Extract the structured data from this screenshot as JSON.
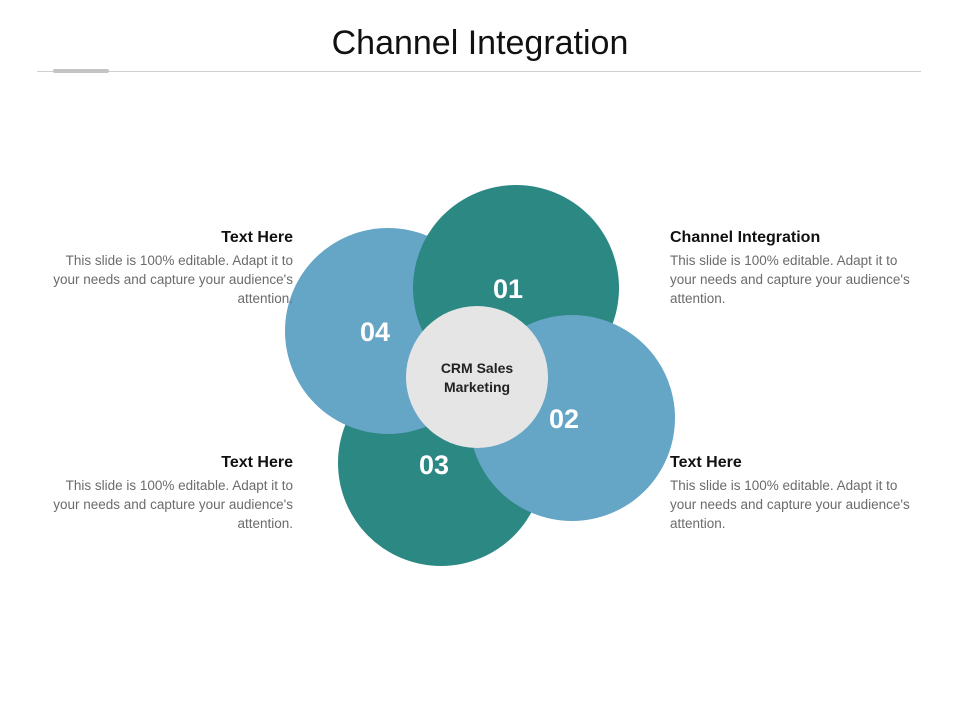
{
  "title": "Channel Integration",
  "center_label": "CRM Sales Marketing",
  "center_lines": [
    "CRM Sales",
    "Marketing"
  ],
  "petals": [
    {
      "number": "01",
      "color": "#2b8883"
    },
    {
      "number": "02",
      "color": "#65a5c6"
    },
    {
      "number": "03",
      "color": "#2b8883"
    },
    {
      "number": "04",
      "color": "#65a5c6"
    }
  ],
  "center_color": "#e5e5e5",
  "blocks": {
    "top_left": {
      "heading": "Text Here",
      "body": "This slide is 100% editable. Adapt it to your needs and capture your audience's attention."
    },
    "top_right": {
      "heading": "Channel Integration",
      "body": "This slide is 100% editable. Adapt it to your needs and capture your audience's attention."
    },
    "bottom_left": {
      "heading": "Text Here",
      "body": "This slide is 100% editable. Adapt it to your needs and capture your audience's attention."
    },
    "bottom_right": {
      "heading": "Text Here",
      "body": "This slide is 100% editable. Adapt it to your needs and capture your audience's attention."
    }
  }
}
